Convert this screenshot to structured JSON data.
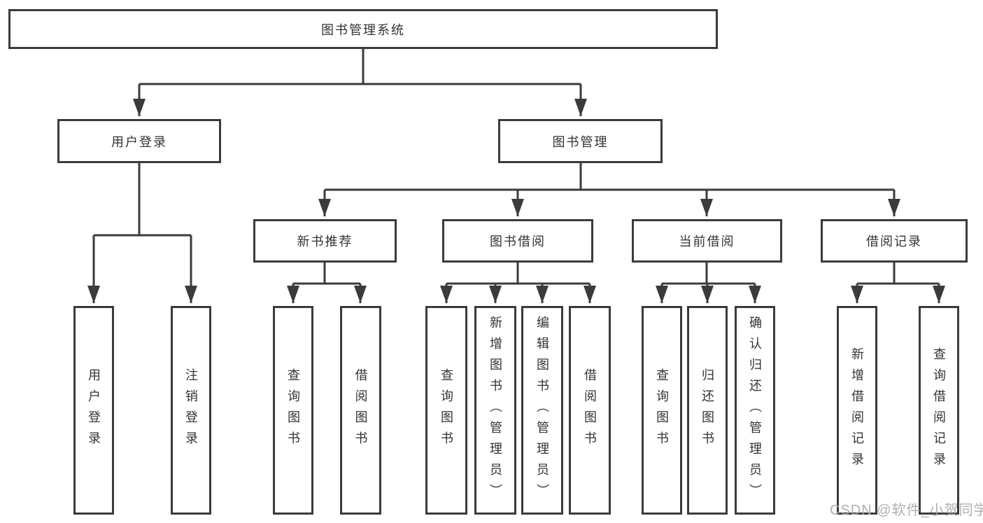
{
  "diagram": {
    "root": "图书管理系统",
    "level2": {
      "user_login": "用户登录",
      "book_mgmt": "图书管理"
    },
    "level3": {
      "new_books": "新书推荐",
      "borrow": "图书借阅",
      "current": "当前借阅",
      "records": "借阅记录"
    },
    "leaves": {
      "user_login_leaf": "用户登录",
      "logout": "注销登录",
      "nb_query": "查询图书",
      "nb_borrow": "借阅图书",
      "bw_query": "查询图书",
      "bw_add": "新增图书（管理员）",
      "bw_edit": "编辑图书（管理员）",
      "bw_borrow": "借阅图书",
      "cur_query": "查询图书",
      "cur_return": "归还图书",
      "cur_confirm": "确认归还（管理员）",
      "rec_add": "新增借阅记录",
      "rec_query": "查询借阅记录"
    },
    "watermark": "CSDN @软件_小贺同学",
    "colors": {
      "line": "#3b3b3b",
      "text": "#333333",
      "watermark": "#a8a8a8",
      "background": "#ffffff"
    }
  }
}
